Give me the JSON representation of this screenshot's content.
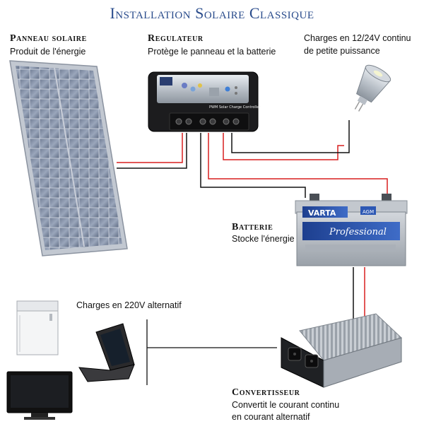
{
  "title": "Installation Solaire Classique",
  "panel": {
    "heading": "Panneau solaire",
    "desc": "Produit de l'énergie"
  },
  "regulator": {
    "heading": "Regulateur",
    "desc": "Protège le panneau et la batterie",
    "pwm_label": "PWM Solar Charge Controller"
  },
  "dc_loads": {
    "line1": "Charges en 12/24V continu",
    "line2": "de petite puissance"
  },
  "battery": {
    "heading": "Batterie",
    "desc": "Stocke l'énergie",
    "brand": "VARTA",
    "model": "Professional",
    "badge": "AGM"
  },
  "ac_loads": {
    "desc": "Charges en 220V alternatif"
  },
  "inverter": {
    "heading": "Convertisseur",
    "line1": "Convertit le courant continu",
    "line2": "en courant alternatif"
  },
  "colors": {
    "title": "#2a4c8c",
    "wire_positive": "#d81f1f",
    "wire_negative": "#111111"
  }
}
